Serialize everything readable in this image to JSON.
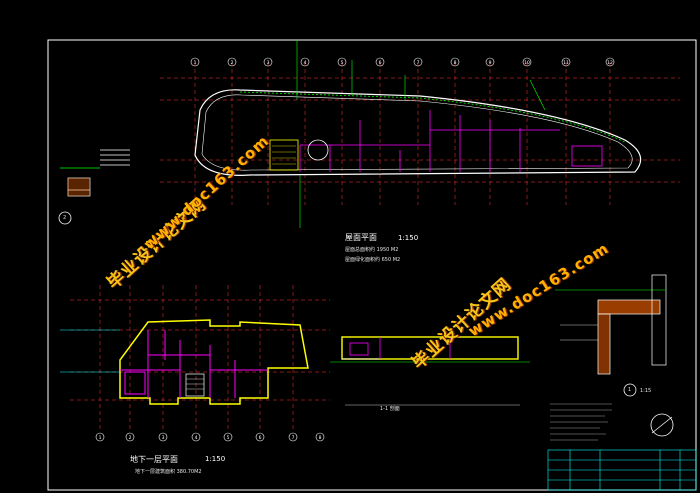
{
  "drawing": {
    "roof_plan_title": "屋面平面",
    "roof_plan_scale": "1:150",
    "roof_plan_note1": "屋面总面积约 1950 M2",
    "roof_plan_note2": "屋面绿化面积约 650 M2",
    "basement_plan_title": "地下一层平面",
    "basement_plan_scale": "1:150",
    "basement_plan_note": "地下一层建筑面积 380.70M2",
    "section_title": "1-1 剖面",
    "detail_scale": "1:15",
    "detail_marker_1": "2",
    "detail_marker_2": "1",
    "grid_numbers_top": [
      "1",
      "2",
      "3",
      "4",
      "5",
      "6",
      "7",
      "8",
      "9",
      "10",
      "11",
      "12"
    ],
    "grid_numbers_bottom": [
      "1",
      "2",
      "3",
      "4",
      "5",
      "6",
      "7",
      "8"
    ]
  },
  "watermarks": {
    "cn_text": "毕业设计论文网",
    "url_text": "www.doc163.com"
  },
  "colors": {
    "background": "#000000",
    "wall": "#ffff00",
    "partition": "#ff00ff",
    "grid": "#ff3333",
    "dimension": "#00ff00",
    "line": "#ffffff",
    "accent": "#00ffff",
    "watermark": "#f5c518"
  }
}
